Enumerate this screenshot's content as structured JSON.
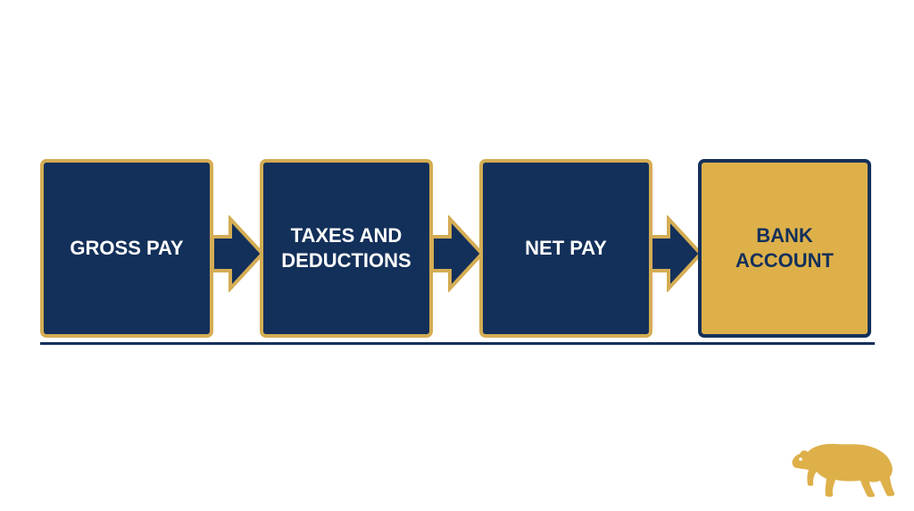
{
  "flow": {
    "steps": [
      {
        "label": "GROSS PAY",
        "style": "navy"
      },
      {
        "label": "TAXES AND\nDEDUCTIONS",
        "style": "navy"
      },
      {
        "label": "NET PAY",
        "style": "navy"
      },
      {
        "label": "BANK\nACCOUNT",
        "style": "gold"
      }
    ]
  },
  "colors": {
    "navy": "#13305a",
    "gold": "#deb04a",
    "gold_border": "#d4ad54",
    "background": "#ffffff"
  },
  "icons": {
    "arrow": "right-arrow-icon",
    "logo": "bear-logo-icon"
  }
}
